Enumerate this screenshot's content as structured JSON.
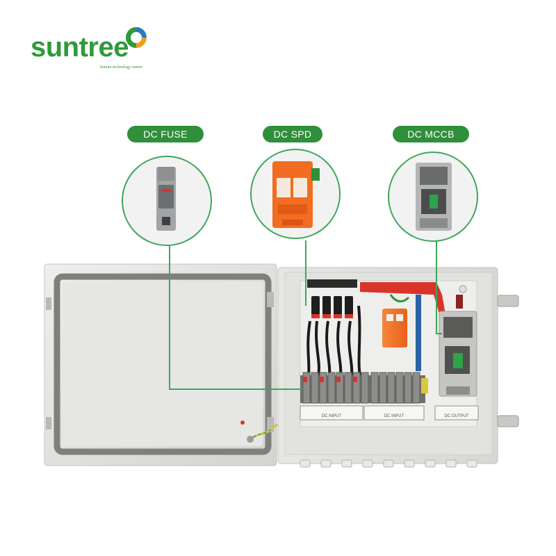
{
  "brand": {
    "name": "suntree",
    "tagline": "human technology nature",
    "colors": {
      "green": "#2e9a3a",
      "blue": "#2a7cc0",
      "orange": "#f29b1f"
    }
  },
  "labels": {
    "dc_fuse": "DC FUSE",
    "dc_spd": "DC SPD",
    "dc_mccb": "DC MCCB"
  },
  "panel_markings": {
    "dc_input_left": "DC INPUT",
    "dc_input_right": "DC INPUT",
    "dc_output": "DC OUTPUT"
  },
  "palette": {
    "enclosure": "#dfe0dc",
    "door_gasket": "#8a8c8a",
    "spd_orange": "#f26d21",
    "busbar_red": "#d9342a",
    "callout_green": "#3ea65a",
    "pill_green": "#2f8f3a"
  },
  "icons": {
    "brand_mark": "leaf-ring-icon"
  }
}
